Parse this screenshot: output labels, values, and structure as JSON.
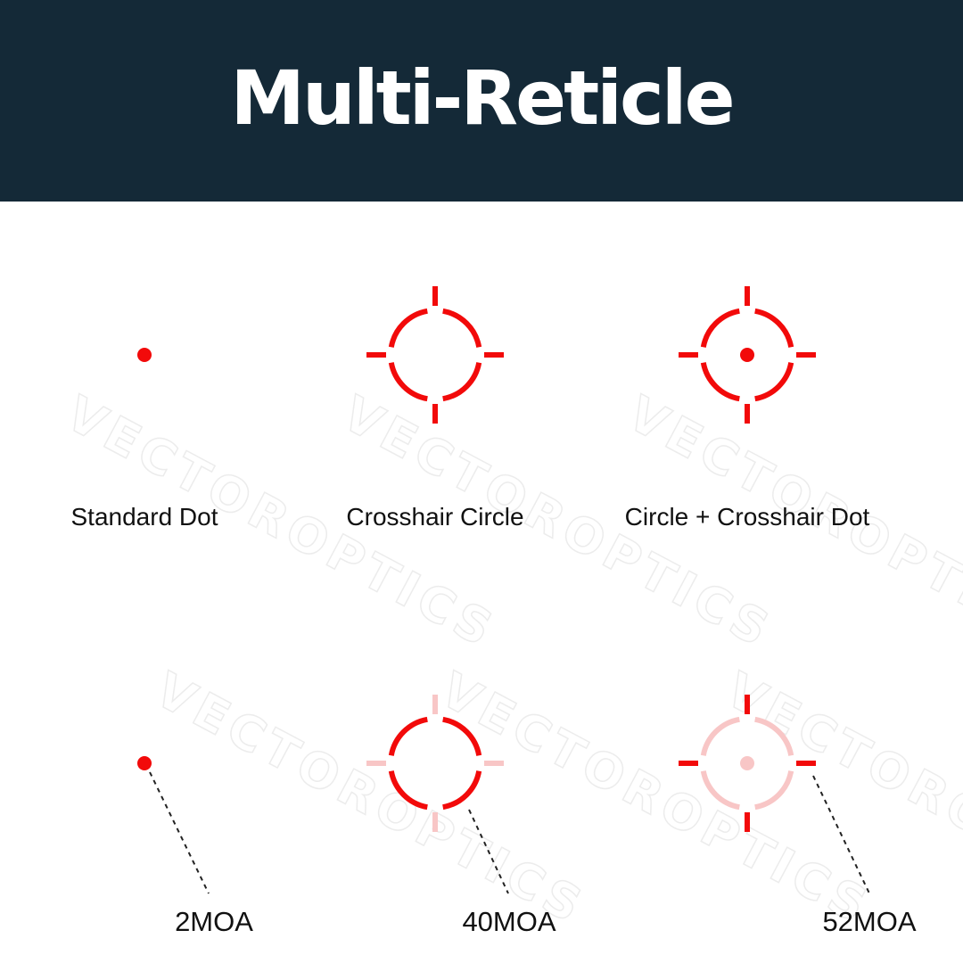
{
  "title": "Multi-Reticle",
  "watermark_text": "VECTOROPTICS",
  "colors": {
    "header_bg": "#142937",
    "reticle_red": "#f20a0a",
    "reticle_faded": "#f8c6c6"
  },
  "reticles": [
    {
      "label": "Standard Dot",
      "icon": "dot-reticle-icon"
    },
    {
      "label": "Crosshair Circle",
      "icon": "crosshair-circle-reticle-icon"
    },
    {
      "label": "Circle + Crosshair Dot",
      "icon": "circle-crosshair-dot-reticle-icon"
    }
  ],
  "sizes": [
    {
      "label": "2MOA",
      "highlight": "dot"
    },
    {
      "label": "40MOA",
      "highlight": "circle"
    },
    {
      "label": "52MOA",
      "highlight": "crosshair"
    }
  ]
}
